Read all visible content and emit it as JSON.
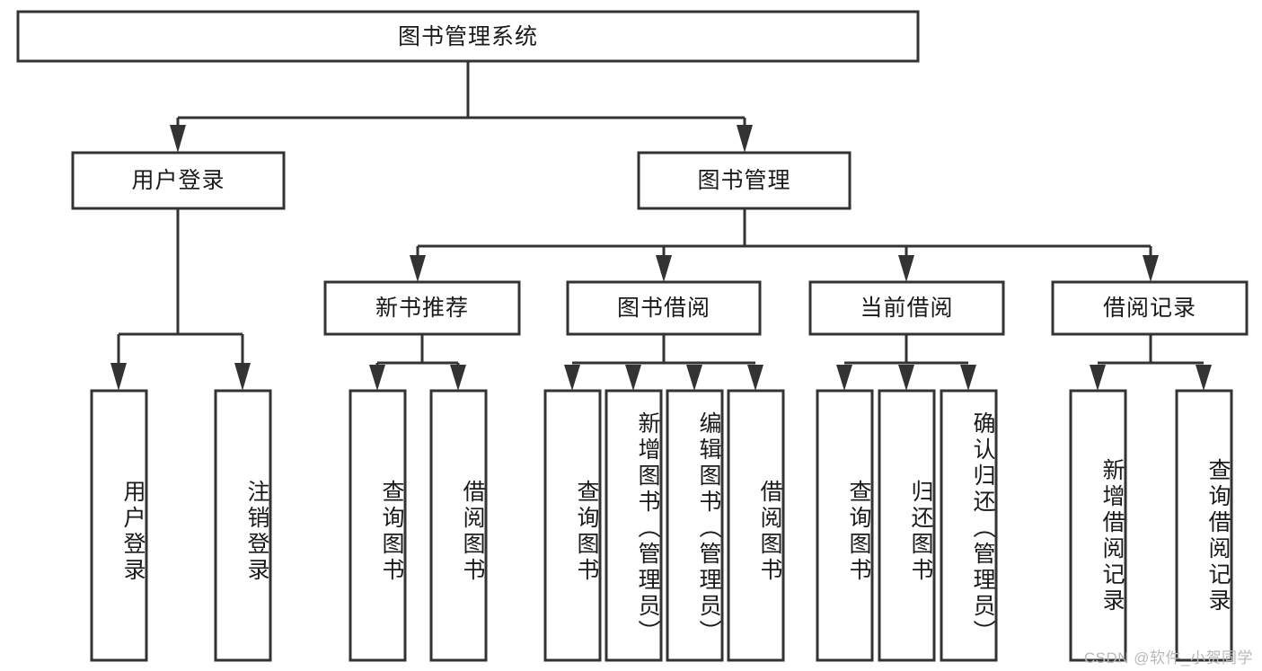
{
  "diagram": {
    "type": "tree-hierarchy-chart",
    "title": "图书管理系统",
    "root": {
      "id": "root",
      "label": "图书管理系统"
    },
    "level2": [
      {
        "id": "user-login",
        "label": "用户登录"
      },
      {
        "id": "book-management",
        "label": "图书管理"
      }
    ],
    "level3": [
      {
        "id": "new-book-recommend",
        "label": "新书推荐",
        "parent": "book-management"
      },
      {
        "id": "book-borrow",
        "label": "图书借阅",
        "parent": "book-management"
      },
      {
        "id": "current-borrow",
        "label": "当前借阅",
        "parent": "book-management"
      },
      {
        "id": "borrow-record",
        "label": "借阅记录",
        "parent": "book-management"
      }
    ],
    "leaves": [
      {
        "id": "leaf-user-login",
        "label": "用户登录",
        "parent": "user-login"
      },
      {
        "id": "leaf-logout-login",
        "label": "注销登录",
        "parent": "user-login"
      },
      {
        "id": "leaf-query-book-1",
        "label": "查询图书",
        "parent": "new-book-recommend"
      },
      {
        "id": "leaf-borrow-book-1",
        "label": "借阅图书",
        "parent": "new-book-recommend"
      },
      {
        "id": "leaf-query-book-2",
        "label": "查询图书",
        "parent": "book-borrow"
      },
      {
        "id": "leaf-add-book",
        "label": "新增图书（管理员）",
        "parent": "book-borrow"
      },
      {
        "id": "leaf-edit-book",
        "label": "编辑图书（管理员）",
        "parent": "book-borrow"
      },
      {
        "id": "leaf-borrow-book-2",
        "label": "借阅图书",
        "parent": "book-borrow"
      },
      {
        "id": "leaf-query-book-3",
        "label": "查询图书",
        "parent": "current-borrow"
      },
      {
        "id": "leaf-return-book",
        "label": "归还图书",
        "parent": "current-borrow"
      },
      {
        "id": "leaf-confirm-return",
        "label": "确认归还（管理员）",
        "parent": "current-borrow"
      },
      {
        "id": "leaf-add-record",
        "label": "新增借阅记录",
        "parent": "borrow-record"
      },
      {
        "id": "leaf-query-record",
        "label": "查询借阅记录",
        "parent": "borrow-record"
      }
    ],
    "colors": {
      "stroke": "#333333",
      "fill": "#ffffff",
      "text": "#1a1a1a",
      "watermark": "#b9b9b9"
    }
  },
  "watermark": {
    "text": "CSDN @软件_小贺同学"
  }
}
